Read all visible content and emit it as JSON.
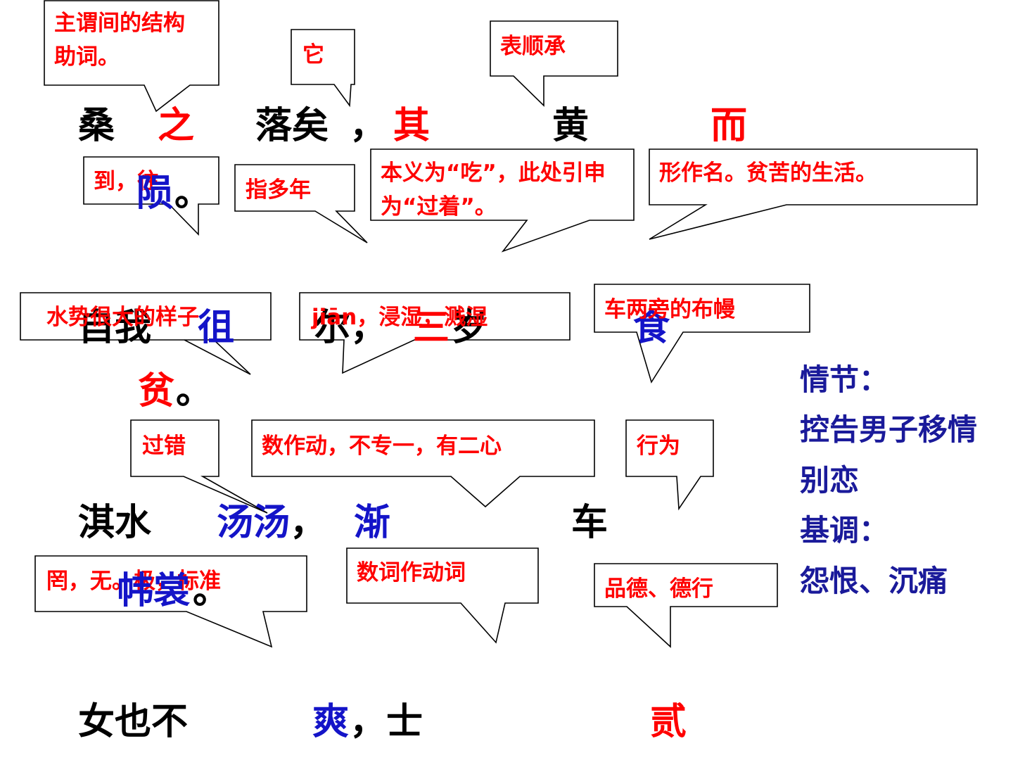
{
  "colors": {
    "red": "#ff0000",
    "blue": "#1414c8",
    "black": "#000000",
    "navy": "#1a1a9a"
  },
  "line1": {
    "c1": "桑",
    "c2": "之",
    "c3": "落矣",
    "c4": "，",
    "c5": "其",
    "c6": "黄",
    "c7": "而",
    "c8": "陨",
    "c9": "。"
  },
  "line2": {
    "c1": "自我",
    "c2": "徂",
    "c3": "尔，",
    "c4": "三",
    "c5": "岁",
    "c6": "食",
    "c7": "贫",
    "c8": "。"
  },
  "line3": {
    "c1": "淇水",
    "c2": "汤汤",
    "c3": "，",
    "c4": "渐",
    "c5": "车",
    "c6": "帏裳",
    "c7": "。"
  },
  "line4": {
    "c1": "女也不",
    "c2": "爽",
    "c3": "，士",
    "c4": "贰"
  },
  "notes": {
    "zhi": "主谓间的结构助词。",
    "qi": "它",
    "er": "表顺承",
    "yun": "到，往",
    "san_sui": "指多年",
    "shi": "本义为“吃”，此处引申为“过着”。",
    "pin": "形作名。贫苦的生活。",
    "tangtang": "水势很大的样子",
    "jian": "jiān，浸湿，溅湿",
    "weichang": "车两旁的布幔",
    "shuang": "过错",
    "er2": "数作动，不专一，有二心",
    "xing": "行为",
    "ji": "罔，无。极，标准",
    "shuci": "数词作动词",
    "de": "品德、德行"
  },
  "side": {
    "plot_label": "情节：",
    "plot_line1": "控告男子移情",
    "plot_line2": "别恋",
    "tone_label": "基调：",
    "tone_text": "怨恨、沉痛"
  }
}
